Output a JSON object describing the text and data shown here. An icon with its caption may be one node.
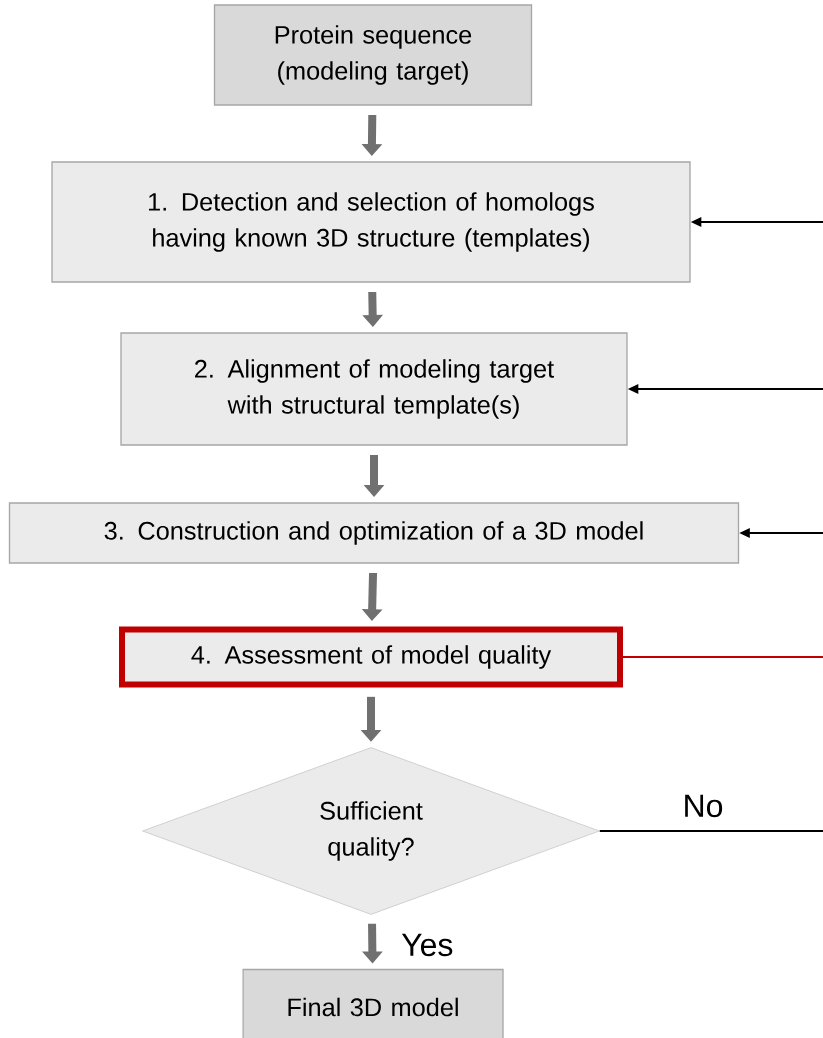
{
  "diagram": {
    "nodes": [
      {
        "text": [
          "Protein sequence (modeling target)"
        ]
      },
      {
        "text": [
          "1. Detection and selection of homologs having known 3D structure (templates)"
        ]
      },
      {
        "text": [
          "2. Alignment of modeling target with structural template(s)"
        ]
      },
      {
        "text": [
          "3. Construction and optimization of a 3D model"
        ]
      },
      {
        "text": [
          "4. Assessment of model quality"
        ]
      },
      {
        "text": [
          "Sufficient quality?"
        ]
      },
      {
        "text": [
          "Final 3D model"
        ]
      }
    ],
    "edges": [
      {
        "from": 0,
        "to": 1,
        "arrow": "to"
      },
      {
        "from": 1,
        "to": 2,
        "arrow": "to"
      },
      {
        "from": 2,
        "to": 3,
        "arrow": "to"
      },
      {
        "from": 3,
        "to": 4,
        "arrow": "to"
      },
      {
        "from": 4,
        "to": 5,
        "arrow": "to"
      },
      {
        "from": 5,
        "to": 6,
        "arrow": "to",
        "label": "Yes"
      },
      {
        "from": null,
        "to": 1,
        "arrow": "to",
        "color": "#000000"
      },
      {
        "from": null,
        "to": 2,
        "arrow": "to",
        "color": "#000000"
      },
      {
        "from": null,
        "to": 3,
        "arrow": "to",
        "color": "#000000"
      },
      {
        "from": 4,
        "to": null,
        "arrow": "none",
        "color": "#c00000"
      },
      {
        "from": 5,
        "to": null,
        "arrow": "none",
        "label": "No",
        "color": "#000000"
      }
    ]
  }
}
